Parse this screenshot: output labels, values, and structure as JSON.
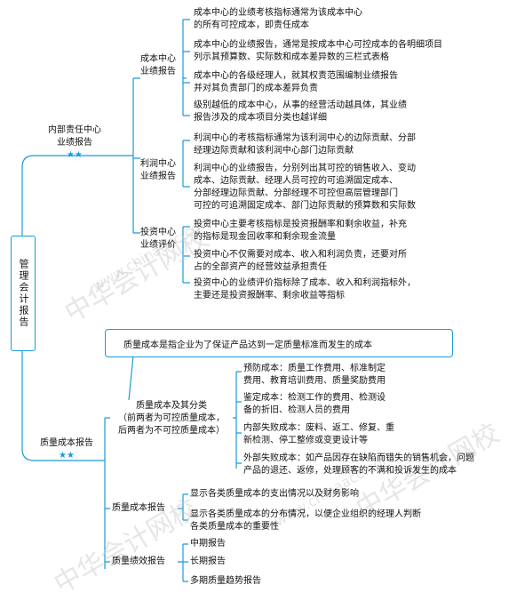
{
  "root": "管理会计报告",
  "branches": [
    {
      "label_lines": [
        "内部责任中心",
        "业绩报告"
      ],
      "stars": "★★",
      "children": [
        {
          "label_lines": [
            "成本中心",
            "业绩报告"
          ],
          "leaves": [
            [
              "成本中心的业绩考核指标通常为该成本中心",
              "的所有可控成本，即责任成本"
            ],
            [
              "成本中心的业绩报告，通常是按成本中心可控成本的各明细项目",
              "列示其预算数、实际数和成本差异数的三栏式表格"
            ],
            [
              "成本中心的各级经理人，就其权责范围编制业绩报告",
              "并对其负责部门的成本差异负责"
            ],
            [
              "级别越低的成本中心，从事的经营活动越具体，其业绩",
              "报告涉及的成本项目分类也越详细"
            ]
          ]
        },
        {
          "label_lines": [
            "利润中心",
            "业绩报告"
          ],
          "leaves": [
            [
              "利润中心的考核指标通常为该利润中心的边际贡献、分部",
              "经理边际贡献和该利润中心部门边际贡献"
            ],
            [
              "利润中心的业绩报告，分别列出其可控的销售收入、变动",
              "成本、边际贡献、经理人员可控的可追溯固定成本、",
              "分部经理边际贡献、分部经理不可控但高层管理部门",
              "可控的可追溯固定成本、部门边际贡献的预算数和实际数"
            ]
          ]
        },
        {
          "label_lines": [
            "投资中心",
            "业绩评价"
          ],
          "leaves": [
            [
              "投资中心主要考核指标是投资报酬率和剩余收益，补充",
              "的指标是现金回收率和剩余现金流量"
            ],
            [
              "投资中心不仅需要对成本、收入和利润负责，还要对所",
              "占的全部资产的经营效益承担责任"
            ],
            [
              "投资中心的业绩评价指标除了成本、收入和利润指标外，",
              "主要还是投资报酬率、剩余收益等指标"
            ]
          ]
        }
      ]
    },
    {
      "label_lines": [
        "质量成本报告"
      ],
      "stars": "★★",
      "callout": "质量成本是指企业为了保证产品达到一定质量标准而发生的成本",
      "children": [
        {
          "label_lines": [
            "质量成本及其分类",
            "（前两者为可控质量成本，",
            "后两者为不可控质量成本）"
          ],
          "leaves": [
            [
              "预防成本：质量工作费用、标准制定",
              "费用、教育培训费用、质量奖励费用"
            ],
            [
              "鉴定成本：检测工作的费用、检测设",
              "备的折旧、检测人员的费用"
            ],
            [
              "内部失败成本：废料、返工、修复、重",
              "新检测、停工整修或变更设计等"
            ],
            [
              "外部失败成本：如产品因存在缺陷而错失的销售机会，问题",
              "产品的退还、返修，处理顾客的不满和投诉发生的成本"
            ]
          ]
        },
        {
          "label_lines": [
            "质量成本报告"
          ],
          "leaves": [
            [
              "显示各类质量成本的支出情况以及财务影响"
            ],
            [
              "显示各类质量成本的分布情况，以便企业组织的经理人判断",
              "各类质量成本的重要性"
            ]
          ]
        },
        {
          "label_lines": [
            "质量绩效报告"
          ],
          "leaves": [
            [
              "中期报告"
            ],
            [
              "长期报告"
            ],
            [
              "多期质量趋势报告"
            ]
          ]
        }
      ]
    }
  ],
  "watermarks": [
    "中华会计网校",
    "www.chinaacc.com"
  ]
}
